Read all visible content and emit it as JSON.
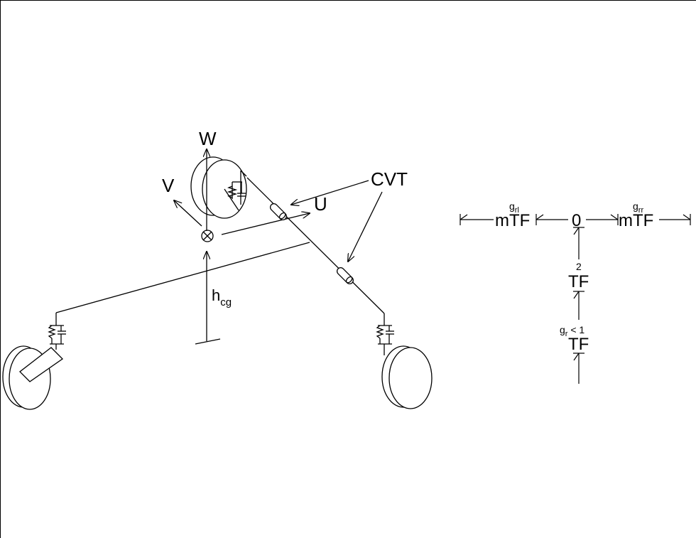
{
  "vehicle": {
    "labels": {
      "w": "W",
      "v": "V",
      "u": "U",
      "cvt": "CVT",
      "hcg_main": "h",
      "hcg_sub": "cg"
    }
  },
  "bond_graph": {
    "left_tf": {
      "prefix": "m",
      "main": "TF",
      "sup": "g",
      "sup_sub": "rl"
    },
    "junction": "0",
    "right_tf": {
      "prefix": "m",
      "main": "TF",
      "sup": "g",
      "sup_sub": "rr"
    },
    "mid_tf": {
      "main": "TF",
      "sup": "2"
    },
    "bottom_tf": {
      "main": "TF",
      "sup_main": "g",
      "sup_sub": "r",
      "sup_rest": " < 1"
    }
  }
}
